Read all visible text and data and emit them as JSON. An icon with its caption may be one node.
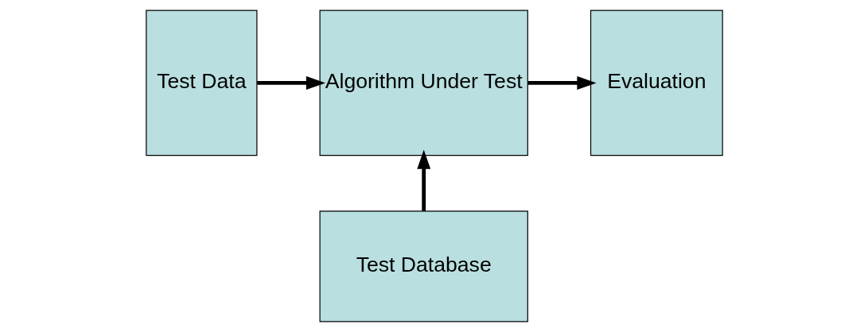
{
  "diagram": {
    "nodes": [
      {
        "text": [
          "Test Data"
        ]
      },
      {
        "text": [
          "Algorithm Under Test"
        ]
      },
      {
        "text": [
          "Test Database"
        ]
      },
      {
        "text": [
          "Evaluation"
        ]
      }
    ],
    "edges": [
      {
        "from": 0,
        "to": 1,
        "arrow": "to"
      },
      {
        "from": 1,
        "to": 3,
        "arrow": "to"
      },
      {
        "from": 2,
        "to": 1,
        "arrow": "to"
      }
    ]
  }
}
